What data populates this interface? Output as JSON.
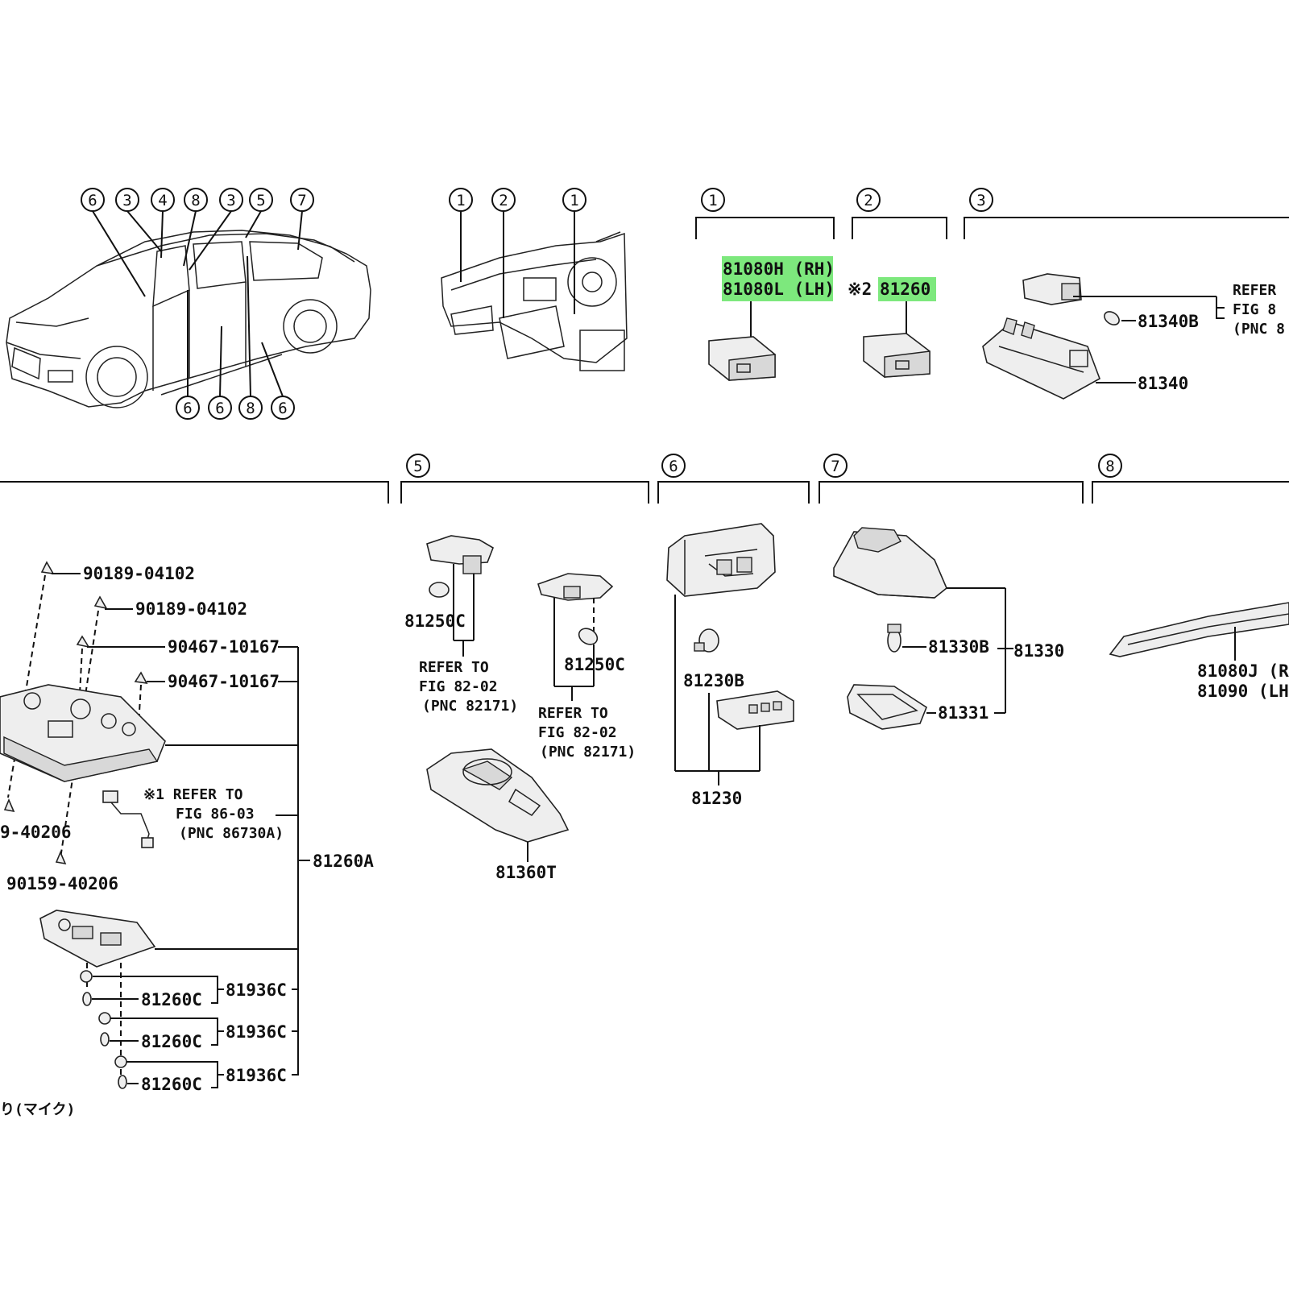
{
  "colors": {
    "highlight": "#7de87d",
    "ink": "#111111"
  },
  "car_view": {
    "markers_top": [
      "6",
      "3",
      "4",
      "8",
      "3",
      "5",
      "7"
    ],
    "markers_bottom": [
      "6",
      "6",
      "8",
      "6"
    ]
  },
  "dash_view": {
    "markers": [
      "1",
      "2",
      "1"
    ]
  },
  "groups": {
    "g1": {
      "marker": "1",
      "pn_rh": "81080H (RH)",
      "pn_lh": "81080L (LH)"
    },
    "g2": {
      "marker": "2",
      "note": "※2",
      "pn": "81260"
    },
    "g3": {
      "marker": "3",
      "pn_bulb": "81340B",
      "pn_lamp": "81340",
      "ref_l1": "REFER",
      "ref_l2": "FIG 8",
      "ref_l3": "(PNC 8"
    },
    "g4": {
      "pn_screw1": "90189-04102",
      "pn_screw2": "90189-04102",
      "pn_clip1": "90467-10167",
      "pn_clip2": "90467-10167",
      "ref_note": "※1 REFER TO",
      "ref_fig": "FIG 86-03",
      "ref_pnc": "(PNC 86730A)",
      "pn_left_cut": "9-40206",
      "pn_screw3": "90159-40206",
      "pn_assy": "81260A",
      "pn_bulb1": "81260C",
      "pn_bulb2": "81260C",
      "pn_bulb3": "81260C",
      "pn_sock1": "81936C",
      "pn_sock2": "81936C",
      "pn_sock3": "81936C",
      "footer_jp": "り(マイク)"
    },
    "g5": {
      "marker": "5",
      "pn_bulb_a": "81250C",
      "ref_a1": "REFER TO",
      "ref_a2": "FIG 82-02",
      "ref_a3": "(PNC 82171)",
      "pn_bulb_b": "81250C",
      "ref_b1": "REFER TO",
      "ref_b2": "FIG 82-02",
      "ref_b3": "(PNC 82171)",
      "pn_housing": "81360T"
    },
    "g6": {
      "marker": "6",
      "pn_bulb": "81230B",
      "pn_assy": "81230"
    },
    "g7": {
      "marker": "7",
      "pn_bulb": "81330B",
      "pn_assy": "81330",
      "pn_lens": "81331"
    },
    "g8": {
      "marker": "8",
      "pn_rh": "81080J (R",
      "pn_lh": "81090 (LH"
    }
  }
}
